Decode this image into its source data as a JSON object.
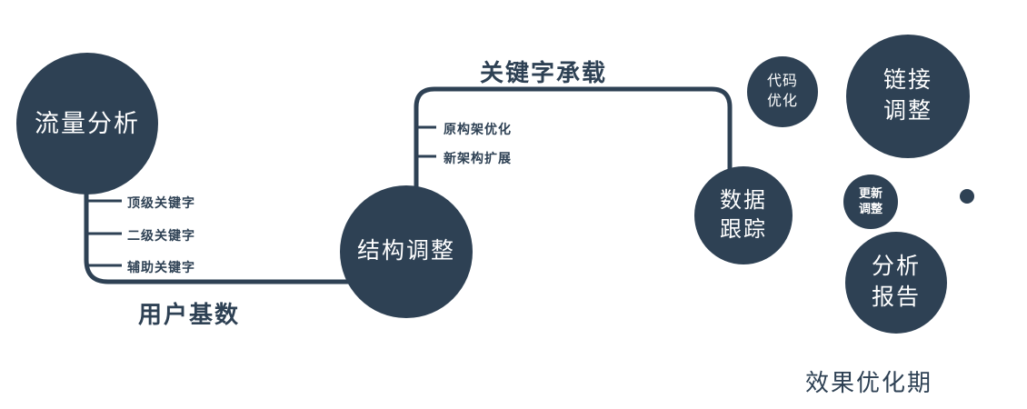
{
  "diagram": {
    "colors": {
      "primary": "#2e4154",
      "node_text": "#ffffff",
      "background": "#ffffff"
    },
    "nodes": {
      "traffic": {
        "label": "流量分析"
      },
      "structure": {
        "label": "结构调整"
      },
      "tracking": {
        "label": "数据\n跟踪"
      },
      "code": {
        "label": "代码\n优化"
      },
      "link": {
        "label": "链接\n调整"
      },
      "update": {
        "label": "更新\n调整"
      },
      "report": {
        "label": "分析\n报告"
      }
    },
    "edge_labels": {
      "keyword_bearing": "关键字承载",
      "user_base": "用户基数",
      "effect_period": "效果优化期"
    },
    "branches_left": [
      "顶级关键字",
      "二级关键字",
      "辅助关键字"
    ],
    "branches_mid": [
      "原构架优化",
      "新架构扩展"
    ]
  }
}
